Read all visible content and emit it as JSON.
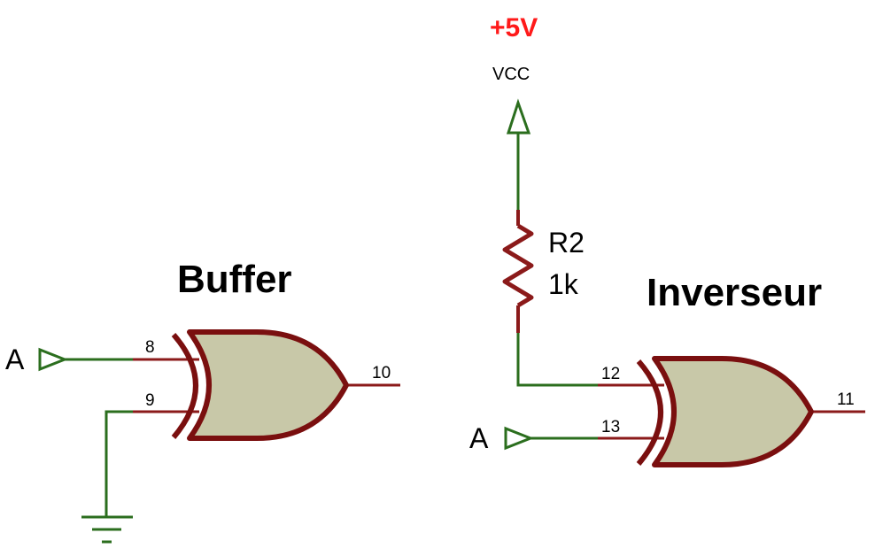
{
  "colors": {
    "wire": "#2b6e1e",
    "pin_line": "#8b1a1a",
    "gate_outline": "#7a0f0f",
    "gate_fill": "#c8c8a8",
    "supply_label": "#ff1a1a"
  },
  "buffer": {
    "title": "Buffer",
    "input_label": "A",
    "pin_in1": "8",
    "pin_in2": "9",
    "pin_out": "10"
  },
  "inverter": {
    "title": "Inverseur",
    "input_label": "A",
    "pin_in1": "12",
    "pin_in2": "13",
    "pin_out": "11"
  },
  "supply": {
    "voltage": "+5V",
    "net": "VCC"
  },
  "resistor": {
    "ref": "R2",
    "value": "1k"
  }
}
